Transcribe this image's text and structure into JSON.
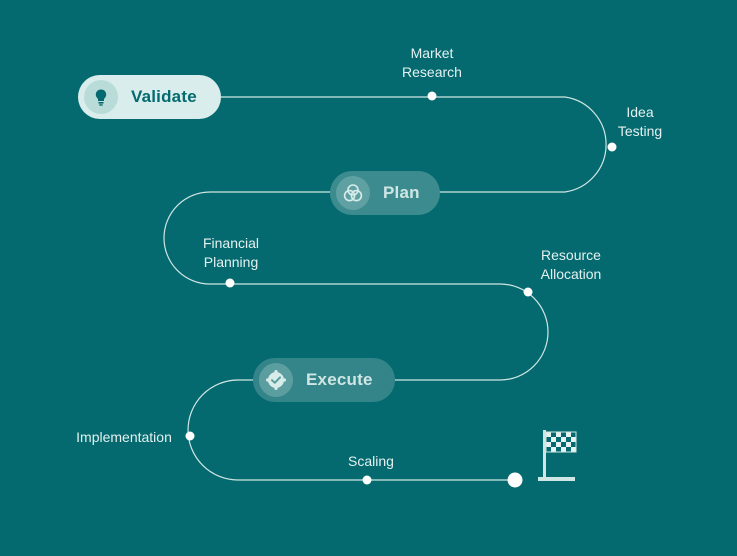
{
  "stages": [
    {
      "label": "Validate",
      "icon": "lightbulb-icon"
    },
    {
      "label": "Plan",
      "icon": "overlapping-circles-icon"
    },
    {
      "label": "Execute",
      "icon": "check-gear-icon"
    }
  ],
  "milestones": {
    "market_research": [
      "Market",
      "Research"
    ],
    "idea_testing": [
      "Idea",
      "Testing"
    ],
    "financial_planning": [
      "Financial",
      "Planning"
    ],
    "resource_allocation": [
      "Resource",
      "Allocation"
    ],
    "implementation": [
      "Implementation"
    ],
    "scaling": [
      "Scaling"
    ]
  },
  "finish": {
    "icon": "checkered-flag-icon"
  },
  "colors": {
    "background": "#046a6f",
    "path": "#cfe6e4",
    "validate_pill": "#d9eeec",
    "plan_pill": "#3c8b8e",
    "execute_pill": "#338589"
  }
}
